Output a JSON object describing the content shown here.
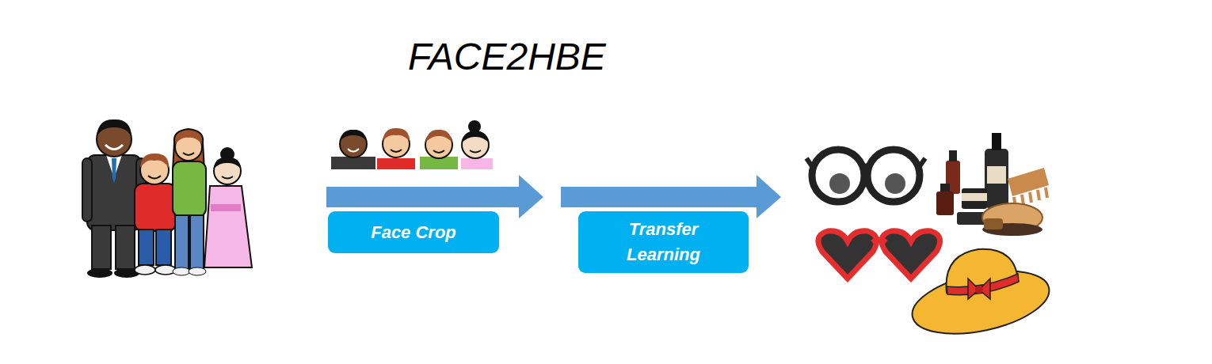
{
  "diagram": {
    "title": "FACE2HBE",
    "nodes": [
      {
        "text": [
          "Face Crop"
        ]
      },
      {
        "text": [
          "Transfer Learning"
        ]
      }
    ]
  }
}
